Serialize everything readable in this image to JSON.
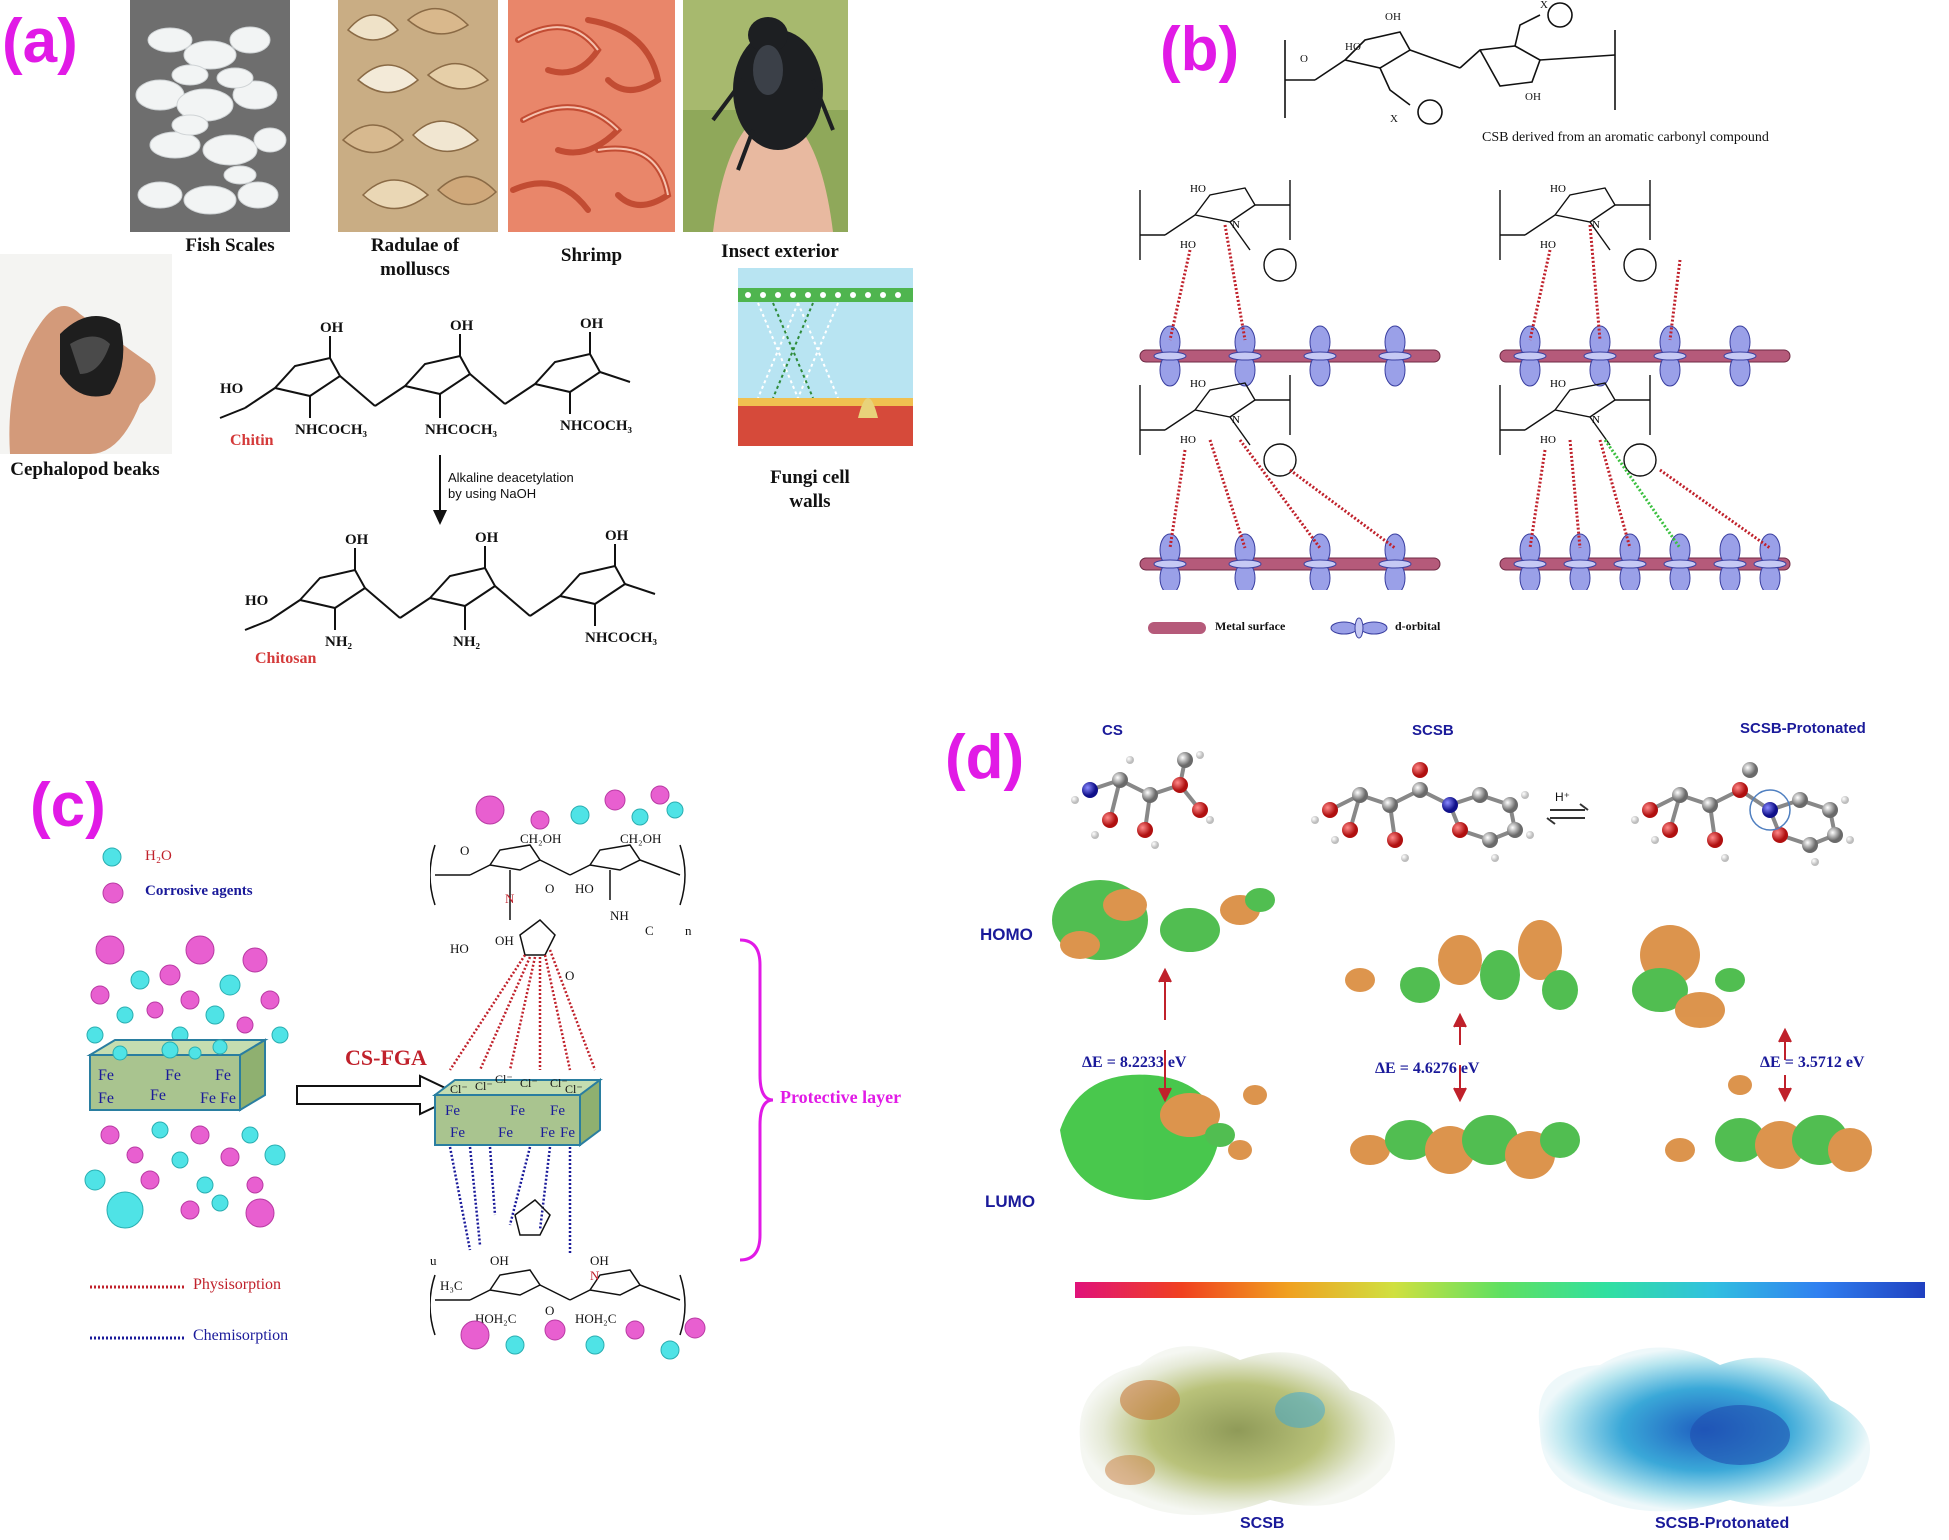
{
  "panels": {
    "a": {
      "label": "(a)",
      "sources": [
        "Fish Scales",
        "Radulae of molluscs",
        "Shrimp",
        "Insect exterior",
        "Cephalopod beaks",
        "Fungi cell walls"
      ],
      "chitin_label": "Chitin",
      "chitosan_label": "Chitosan",
      "reaction_line1": "Alkaline deacetylation",
      "reaction_line2": "by using NaOH",
      "groups": {
        "oh": "OH",
        "ho": "HO",
        "nhcoch3": "NHCOCH",
        "nh2": "NH"
      }
    },
    "b": {
      "label": "(b)",
      "title": "CSB derived from an aromatic carbonyl compound",
      "legend_metal": "Metal surface",
      "legend_orbital": "d-orbital"
    },
    "c": {
      "label": "(c)",
      "legend_h2o": "H₂O",
      "legend_corrosive": "Corrosive agents",
      "arrow_label": "CS-FGA",
      "metal": "Fe",
      "protective": "Protective layer",
      "physisorption": "Physisorption",
      "chemisorption": "Chemisorption",
      "chloride": "Cl⁻"
    },
    "d": {
      "label": "(d)",
      "columns": [
        "CS",
        "SCSB",
        "SCSB-Protonated"
      ],
      "homo": "HOMO",
      "lumo": "LUMO",
      "gaps": [
        "ΔE = 8.2233 eV",
        "ΔE = 4.6276 eV",
        "ΔE = 3.5712 eV"
      ],
      "proton": "H⁺",
      "esp_labels": [
        "SCSB",
        "SCSB-Protonated"
      ]
    }
  },
  "colors": {
    "panel_label": "#e11ae6",
    "cyan_sphere": "#4fe3e6",
    "pink_sphere": "#e85fd0",
    "physisorption": "#c0212b",
    "chemisorption": "#1a1a9a",
    "metal_block": "#a9c48f",
    "orbital": "#9aa0e8",
    "metal_surface": "#b55a7a"
  }
}
